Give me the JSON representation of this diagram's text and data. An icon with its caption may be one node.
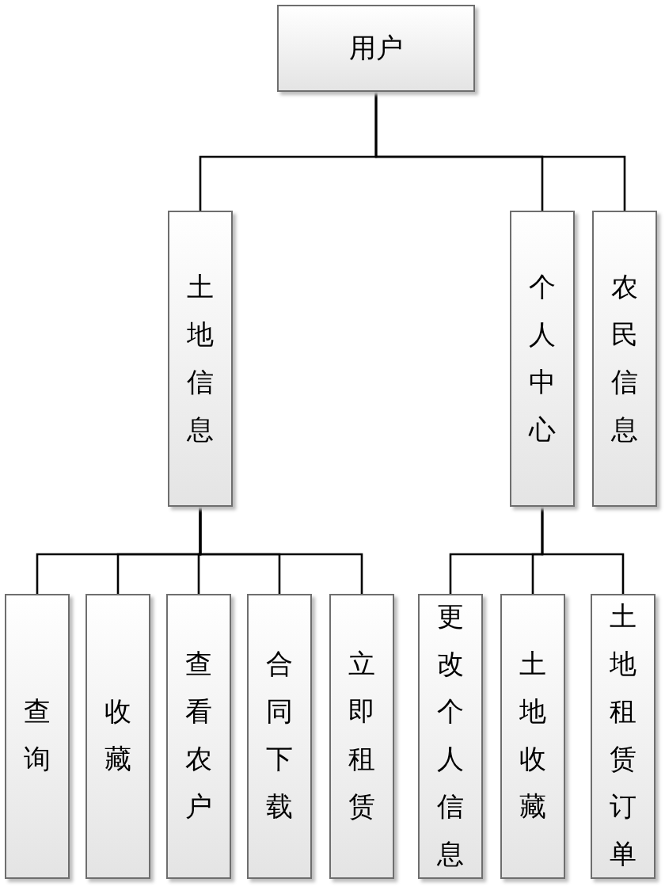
{
  "diagram": {
    "nodes": [
      {
        "text": [
          "用户"
        ]
      },
      {
        "text": [
          "土地信息"
        ]
      },
      {
        "text": [
          "个人中心"
        ]
      },
      {
        "text": [
          "农民信息"
        ]
      },
      {
        "text": [
          "查询"
        ]
      },
      {
        "text": [
          "收藏"
        ]
      },
      {
        "text": [
          "查看农户"
        ]
      },
      {
        "text": [
          "合同下载"
        ]
      },
      {
        "text": [
          "立即租赁"
        ]
      },
      {
        "text": [
          "更改个人信息"
        ]
      },
      {
        "text": [
          "土地收藏"
        ]
      },
      {
        "text": [
          "土地租赁订单"
        ]
      }
    ],
    "edges": [
      {
        "from": 0,
        "to": 1,
        "arrow": "none"
      },
      {
        "from": 0,
        "to": 2,
        "arrow": "none"
      },
      {
        "from": 0,
        "to": 3,
        "arrow": "none"
      },
      {
        "from": 1,
        "to": 4,
        "arrow": "none"
      },
      {
        "from": 1,
        "to": 5,
        "arrow": "none"
      },
      {
        "from": 1,
        "to": 6,
        "arrow": "none"
      },
      {
        "from": 1,
        "to": 7,
        "arrow": "none"
      },
      {
        "from": 1,
        "to": 8,
        "arrow": "none"
      },
      {
        "from": 2,
        "to": 9,
        "arrow": "none"
      },
      {
        "from": 2,
        "to": 10,
        "arrow": "none"
      },
      {
        "from": 2,
        "to": 11,
        "arrow": "none"
      }
    ]
  }
}
